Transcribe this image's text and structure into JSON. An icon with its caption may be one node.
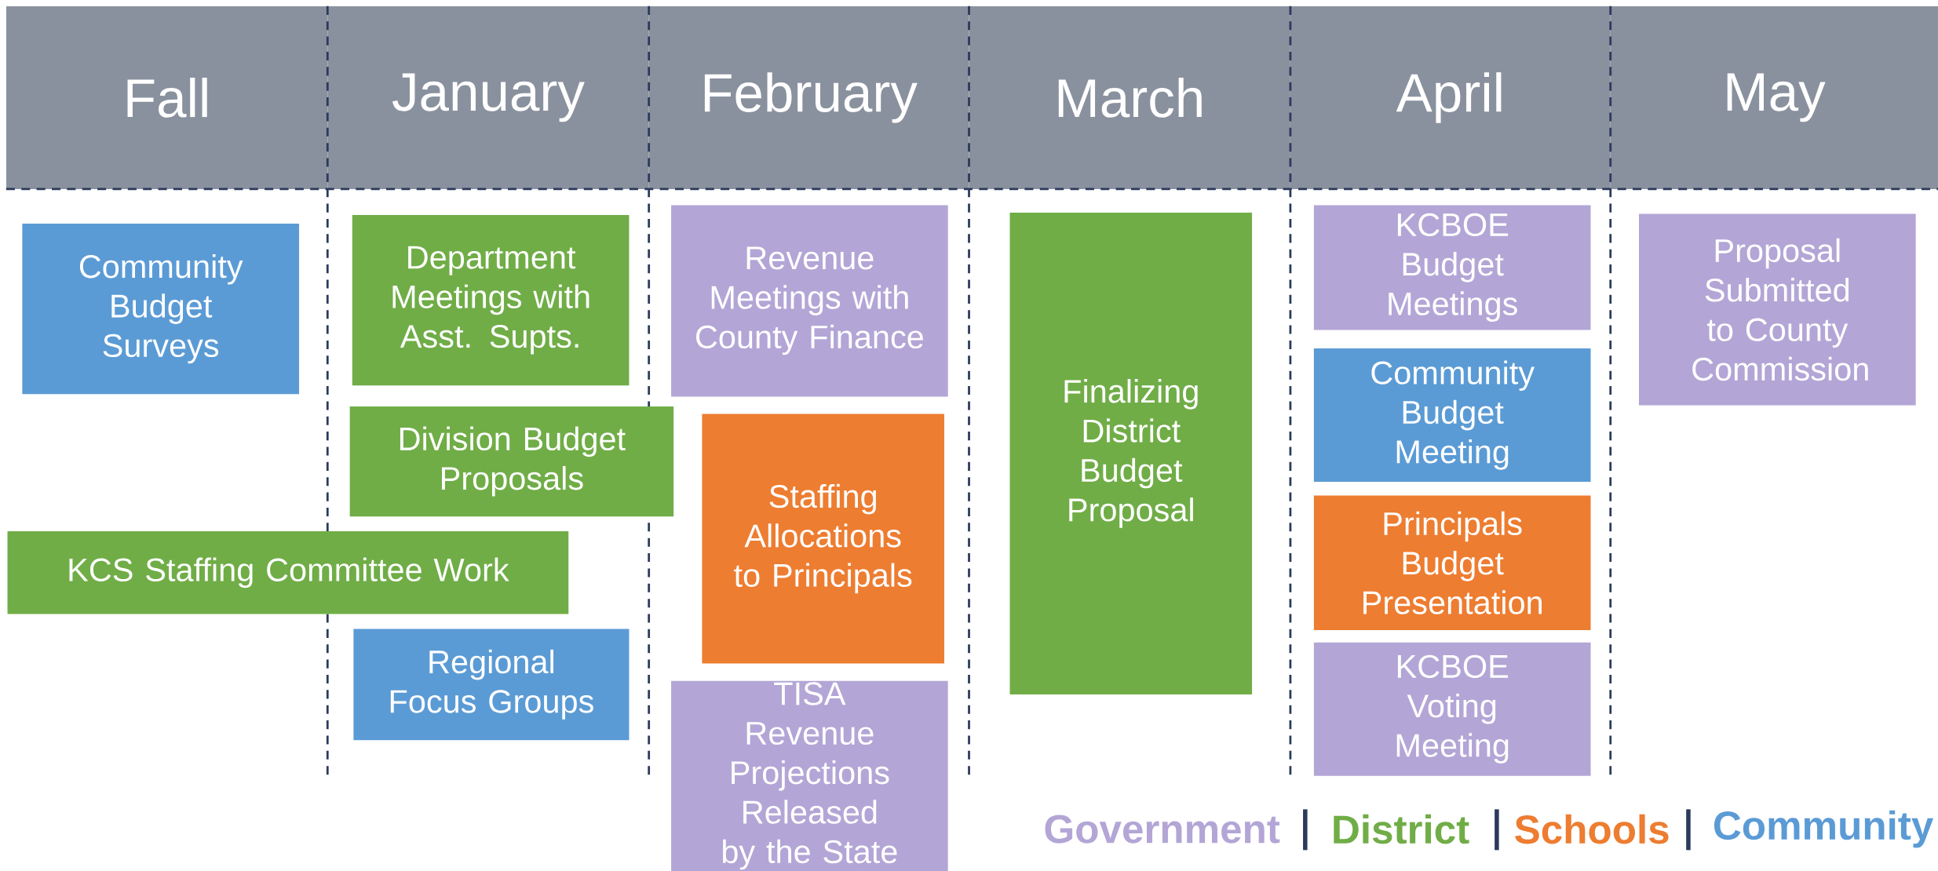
{
  "diagram": {
    "nodes": [
      {
        "text": [
          "Fall"
        ]
      },
      {
        "text": [
          "January"
        ]
      },
      {
        "text": [
          "February"
        ]
      },
      {
        "text": [
          "March"
        ]
      },
      {
        "text": [
          "April"
        ]
      },
      {
        "text": [
          "May"
        ]
      },
      {
        "text": [
          "Community Budget Surveys"
        ]
      },
      {
        "text": [
          "Department Meetings with Asst. Supts."
        ]
      },
      {
        "text": [
          "Division Budget Proposals"
        ]
      },
      {
        "text": [
          "KCS Staffing Committee Work"
        ]
      },
      {
        "text": [
          "Regional Focus Groups"
        ]
      },
      {
        "text": [
          "Revenue Meetings with County Finance"
        ]
      },
      {
        "text": [
          "Staffing Allocations to Principals"
        ]
      },
      {
        "text": [
          "TISA Revenue Projections Released by the State"
        ]
      },
      {
        "text": [
          "Finalizing District Budget Proposal"
        ]
      },
      {
        "text": [
          "KCBOE Budget Meetings"
        ]
      },
      {
        "text": [
          "Community Budget Meeting"
        ]
      },
      {
        "text": [
          "Principals Budget Presentation"
        ]
      },
      {
        "text": [
          "KCBOE Voting Meeting"
        ]
      },
      {
        "text": [
          "Proposal Submitted to County Commission"
        ]
      }
    ],
    "edges": [],
    "legend": [
      {
        "text": "Government",
        "color": "#b3a6d6"
      },
      {
        "text": "District",
        "color": "#70ad47"
      },
      {
        "text": "Schools",
        "color": "#ed7d31"
      },
      {
        "text": "Community",
        "color": "#5b9bd5"
      }
    ]
  }
}
